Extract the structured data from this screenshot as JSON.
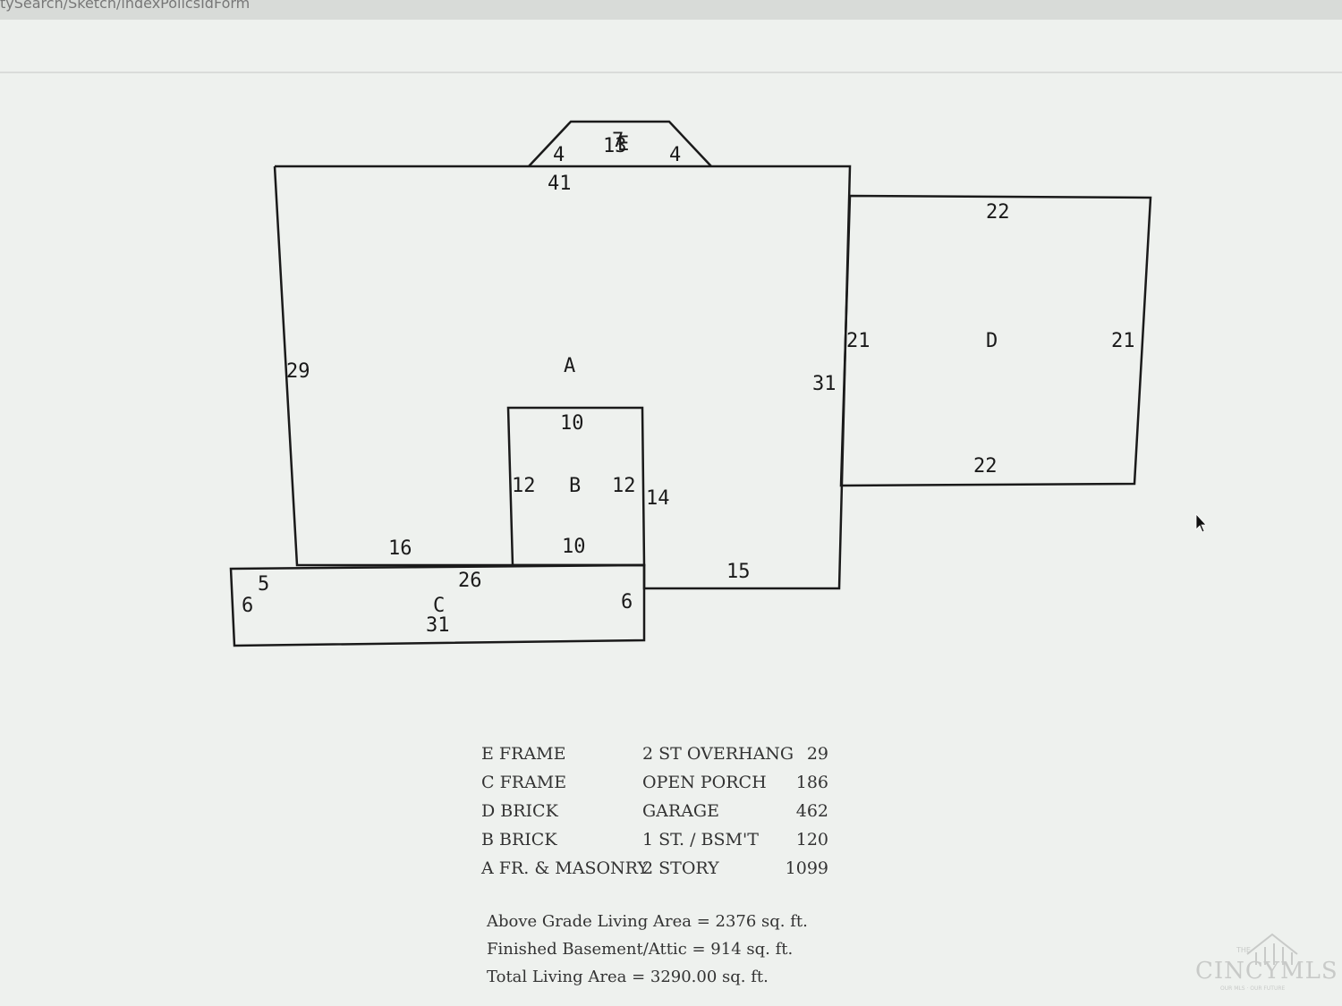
{
  "browser": {
    "url_fragment": "tySearch/Sketch/indexPolicsIdForm"
  },
  "sketch": {
    "line_color": "#1a1a1a",
    "areas": {
      "A": {
        "label": "A",
        "dims": [
          "41",
          "29",
          "31",
          "16",
          "15",
          "14"
        ]
      },
      "B": {
        "label": "B",
        "dims": [
          "10",
          "12",
          "12",
          "10"
        ]
      },
      "C": {
        "label": "C",
        "dims": [
          "26",
          "5",
          "6",
          "31",
          "6"
        ]
      },
      "D": {
        "label": "D",
        "dims": [
          "22",
          "21",
          "21",
          "22"
        ]
      },
      "E": {
        "label": "E",
        "dims": [
          "4",
          "4",
          "13",
          "7"
        ]
      }
    }
  },
  "legend": {
    "rows": [
      {
        "code": "E FRAME",
        "desc": "2 ST OVERHANG",
        "area": "29"
      },
      {
        "code": "C FRAME",
        "desc": "OPEN PORCH",
        "area": "186"
      },
      {
        "code": "D BRICK",
        "desc": "GARAGE",
        "area": "462"
      },
      {
        "code": "B BRICK",
        "desc": "1 ST. / BSM'T",
        "area": "120"
      },
      {
        "code": "A FR. & MASONRY",
        "desc": "2 STORY",
        "area": "1099"
      }
    ]
  },
  "summary": {
    "above_grade": "Above Grade Living Area = 2376 sq. ft.",
    "finished_basement": "Finished Basement/Attic = 914 sq. ft.",
    "total": "Total Living Area = 3290.00 sq. ft."
  },
  "watermark": {
    "brand": "CINCYMLS",
    "small_top": "THE",
    "tagline": "OUR MLS · OUR FUTURE"
  }
}
